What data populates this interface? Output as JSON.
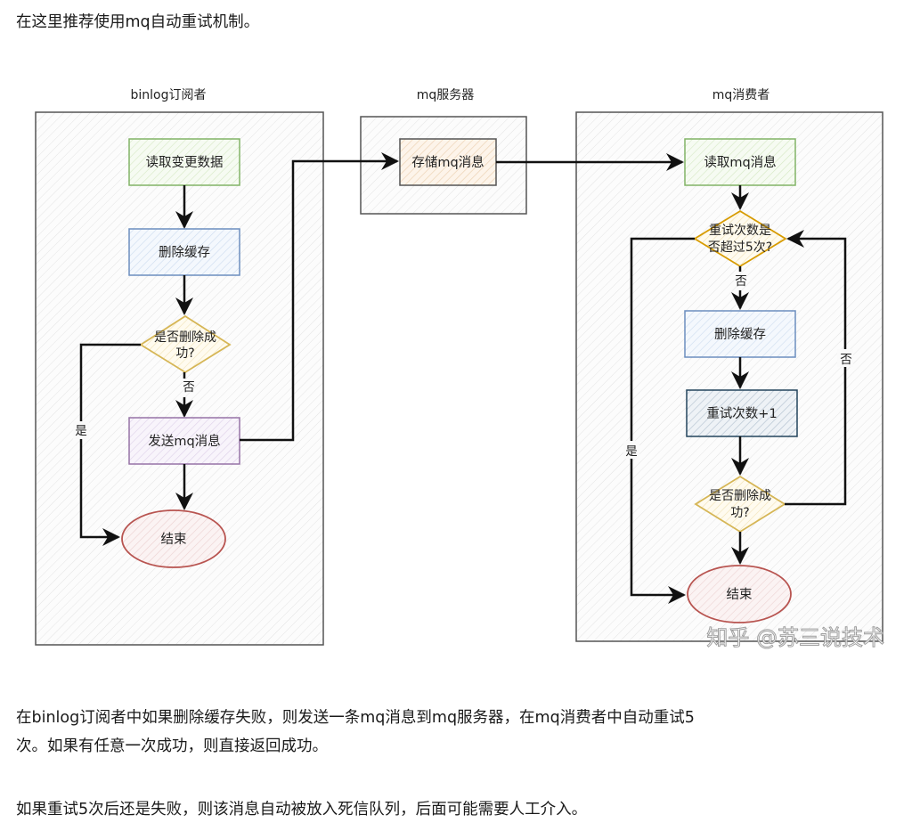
{
  "intro_text": "在这里推荐使用mq自动重试机制。",
  "diagram": {
    "lanes": {
      "subscriber": "binlog订阅者",
      "server": "mq服务器",
      "consumer": "mq消费者"
    },
    "subscriber_nodes": {
      "read_changes": "读取变更数据",
      "delete_cache": "删除缓存",
      "delete_success_line1": "是否删除成",
      "delete_success_line2": "功?",
      "send_mq": "发送mq消息",
      "end": "结束"
    },
    "server_nodes": {
      "store_mq": "存储mq消息"
    },
    "consumer_nodes": {
      "read_mq": "读取mq消息",
      "retry_check_line1": "重试次数是",
      "retry_check_line2": "否超过5次?",
      "delete_cache": "删除缓存",
      "retry_increment": "重试次数+1",
      "delete_success_line1": "是否删除成",
      "delete_success_line2": "功?",
      "end": "结束"
    },
    "edge_labels": {
      "no": "否",
      "yes": "是"
    },
    "colors": {
      "green": "#82b366",
      "blue": "#6c8ebf",
      "yellow": "#d6b656",
      "purple": "#9673a6",
      "orange": "#d79b00",
      "red": "#b85450",
      "steel": "#23445d"
    },
    "watermark": "知乎 @苏三说技术"
  },
  "body_text_1_line1": "在binlog订阅者中如果删除缓存失败，则发送一条mq消息到mq服务器，在mq消费者中自动重试5",
  "body_text_1_line2": "次。如果有任意一次成功，则直接返回成功。",
  "body_text_2": "如果重试5次后还是失败，则该消息自动被放入死信队列，后面可能需要人工介入。"
}
